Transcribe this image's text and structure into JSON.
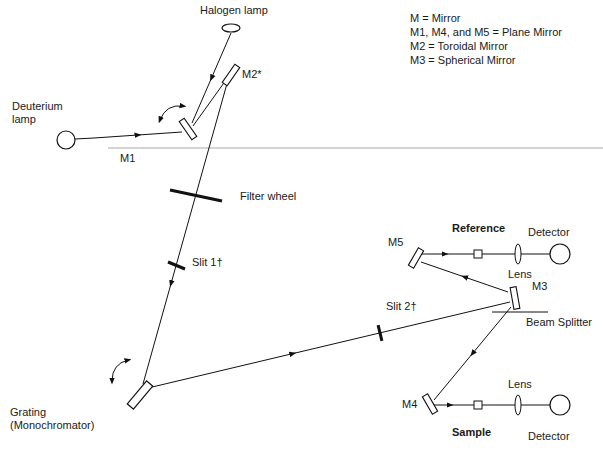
{
  "diagram": {
    "labels": [
      "Halogen lamp",
      "M = Mirror",
      "M1, M4, and M5 = Plane Mirror",
      "M2 = Toroidal Mirror",
      "M3 = Spherical Mirror",
      "M2*",
      "Deuterium lamp",
      "M1",
      "Filter wheel",
      "Reference",
      "Detector",
      "M5",
      "Slit 1†",
      "Slit 2†",
      "M3",
      "Lens",
      "Beam Splitter",
      "Lens",
      "Grating (Monochromator)",
      "M4",
      "Sample",
      "Detector"
    ]
  }
}
